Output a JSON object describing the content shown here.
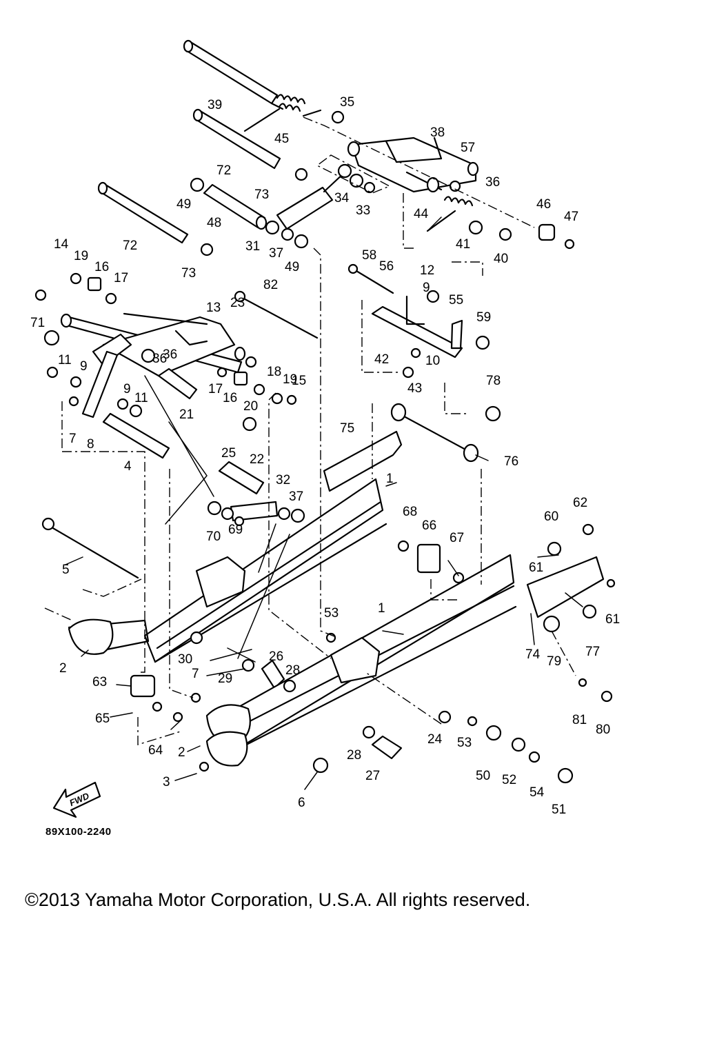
{
  "diagram": {
    "code": "89X100-2240",
    "direction_badge": "FWD",
    "copyright": "©2013 Yamaha Motor Corporation, U.S.A. All rights reserved.",
    "callouts": [
      "1",
      "1",
      "2",
      "2",
      "3",
      "4",
      "5",
      "6",
      "7",
      "7",
      "8",
      "9",
      "9",
      "9",
      "10",
      "11",
      "11",
      "12",
      "13",
      "14",
      "15",
      "16",
      "16",
      "17",
      "17",
      "18",
      "19",
      "19",
      "20",
      "21",
      "22",
      "23",
      "24",
      "25",
      "26",
      "27",
      "28",
      "28",
      "29",
      "30",
      "31",
      "32",
      "33",
      "34",
      "35",
      "36",
      "36",
      "36",
      "37",
      "37",
      "38",
      "39",
      "40",
      "41",
      "42",
      "43",
      "44",
      "45",
      "46",
      "47",
      "48",
      "49",
      "49",
      "50",
      "51",
      "52",
      "53",
      "53",
      "54",
      "55",
      "56",
      "57",
      "58",
      "59",
      "60",
      "61",
      "61",
      "62",
      "63",
      "64",
      "65",
      "66",
      "67",
      "68",
      "69",
      "70",
      "71",
      "72",
      "72",
      "73",
      "73",
      "74",
      "75",
      "76",
      "77",
      "78",
      "79",
      "80",
      "81",
      "82"
    ]
  }
}
